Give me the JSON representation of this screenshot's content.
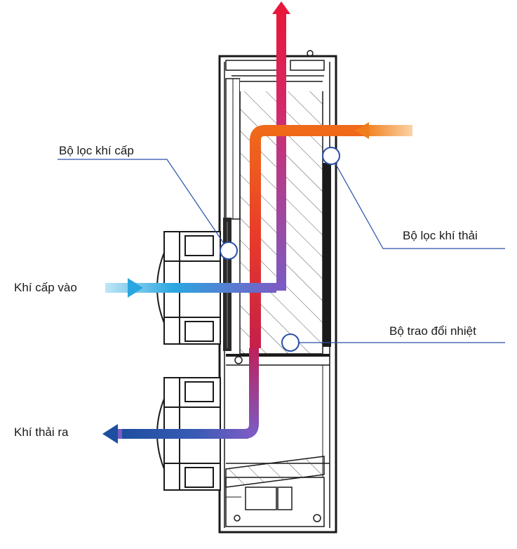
{
  "labels": {
    "supply_filter": "Bộ lọc khí cấp",
    "exhaust_filter": "Bộ lọc khí thải",
    "supply_in": "Khí cấp vào",
    "heat_exchanger": "Bộ trao đổi nhiệt",
    "exhaust_out": "Khí thải ra"
  },
  "colors": {
    "outline": "#1a1a1a",
    "leader_line": "#2b4fa8",
    "supply_cold": "#2aa6e0",
    "supply_warm": "#7a5cc4",
    "exhaust_hot": "#e8173a",
    "exhaust_cooled": "#1d4ea0",
    "outdoor_intake": "#f07d1a",
    "outdoor_intake_fade": "#fbd3a6"
  },
  "icons": [
    "up-arrow-icon",
    "left-arrow-icon",
    "right-arrow-icon",
    "filter-marker-icon"
  ]
}
